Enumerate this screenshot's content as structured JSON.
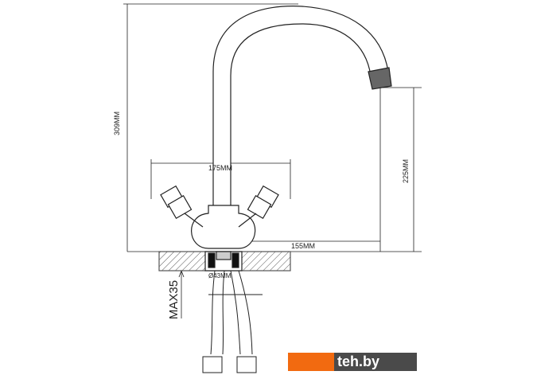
{
  "dimensions": {
    "total_height": "309MM",
    "spout_height": "225MM",
    "handle_span": "175MM",
    "spout_reach": "155MM",
    "hole_diameter": "Ø43MM",
    "max_countertop": "MAX35"
  },
  "watermark": {
    "text": "teh.by",
    "accent": "#f26a10"
  }
}
